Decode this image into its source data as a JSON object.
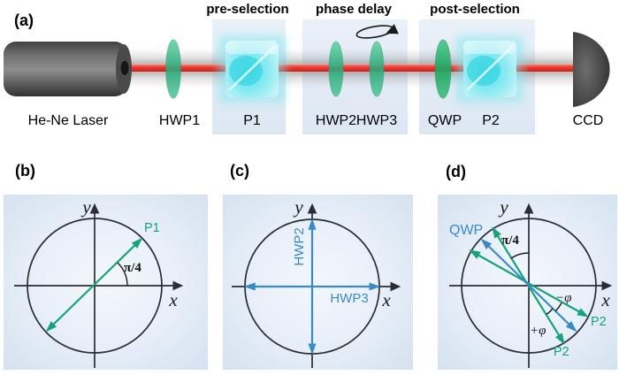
{
  "figure": {
    "panels": {
      "a": {
        "tag": "(a)",
        "stages": {
          "pre_selection": "pre-selection",
          "phase_delay": "phase delay",
          "post_selection": "post-selection"
        },
        "components": {
          "laser": "He-Ne Laser",
          "hwp1": "HWP1",
          "p1": "P1",
          "hwp2": "HWP2",
          "hwp3": "HWP3",
          "qwp": "QWP",
          "p2": "P2",
          "ccd": "CCD"
        }
      },
      "b": {
        "tag": "(b)",
        "x_axis": "x",
        "y_axis": "y",
        "pi_symbol": "π",
        "pi_fraction": "/4",
        "vector_label": "P1"
      },
      "c": {
        "tag": "(c)",
        "x_axis": "x",
        "y_axis": "y",
        "vertical_vector_label": "HWP2",
        "horizontal_vector_label": "HWP3"
      },
      "d": {
        "tag": "(d)",
        "x_axis": "x",
        "y_axis": "y",
        "pi_symbol": "π",
        "pi_fraction": "/4",
        "qwp_vector_label": "QWP",
        "p2_vector_label_right": "P2",
        "p2_vector_label_bottom": "P2",
        "minus_phi": "−φ",
        "plus_phi": "+φ"
      }
    },
    "colors": {
      "vector_green": "#16a379",
      "vector_blue": "#3a8ac7",
      "beam_red": "#ef3b2d",
      "panel_background": "#dfe9f5",
      "optic_green": "#2fa87b",
      "optic_cyan": "#6fe3ee"
    }
  }
}
